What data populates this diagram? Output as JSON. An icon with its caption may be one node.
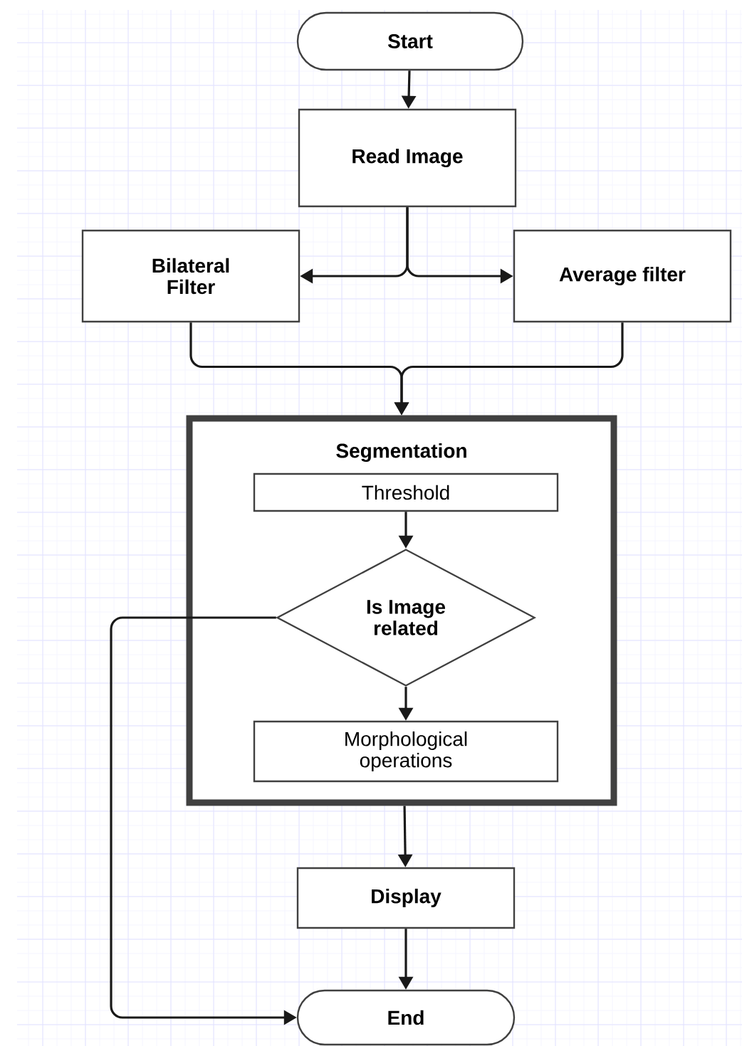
{
  "diagram": {
    "nodes": [
      {
        "text": [
          "Start"
        ]
      },
      {
        "text": [
          "Read Image"
        ]
      },
      {
        "text": [
          "Bilateral Filter"
        ]
      },
      {
        "text": [
          "Average filter"
        ]
      },
      {
        "text": [
          "Segmentation"
        ]
      },
      {
        "text": [
          "Threshold"
        ],
        "in": 4
      },
      {
        "text": [
          "Is Image related"
        ],
        "in": 4
      },
      {
        "text": [
          "Morphological operations"
        ],
        "in": 4
      },
      {
        "text": [
          "Display"
        ]
      },
      {
        "text": [
          "End"
        ]
      }
    ],
    "edges": [
      {
        "from": 0,
        "to": 1,
        "arrow": "to"
      },
      {
        "from": 1,
        "to": 2,
        "arrow": "to"
      },
      {
        "from": 1,
        "to": 3,
        "arrow": "to"
      },
      {
        "from": 2,
        "to": 4,
        "arrow": "to"
      },
      {
        "from": 3,
        "to": 4,
        "arrow": "to"
      },
      {
        "from": 5,
        "to": 6,
        "arrow": "to"
      },
      {
        "from": 6,
        "to": 7,
        "arrow": "to"
      },
      {
        "from": 4,
        "to": 8,
        "arrow": "to"
      },
      {
        "from": 8,
        "to": 9,
        "arrow": "to"
      },
      {
        "from": 6,
        "to": 9,
        "arrow": "to"
      }
    ]
  }
}
